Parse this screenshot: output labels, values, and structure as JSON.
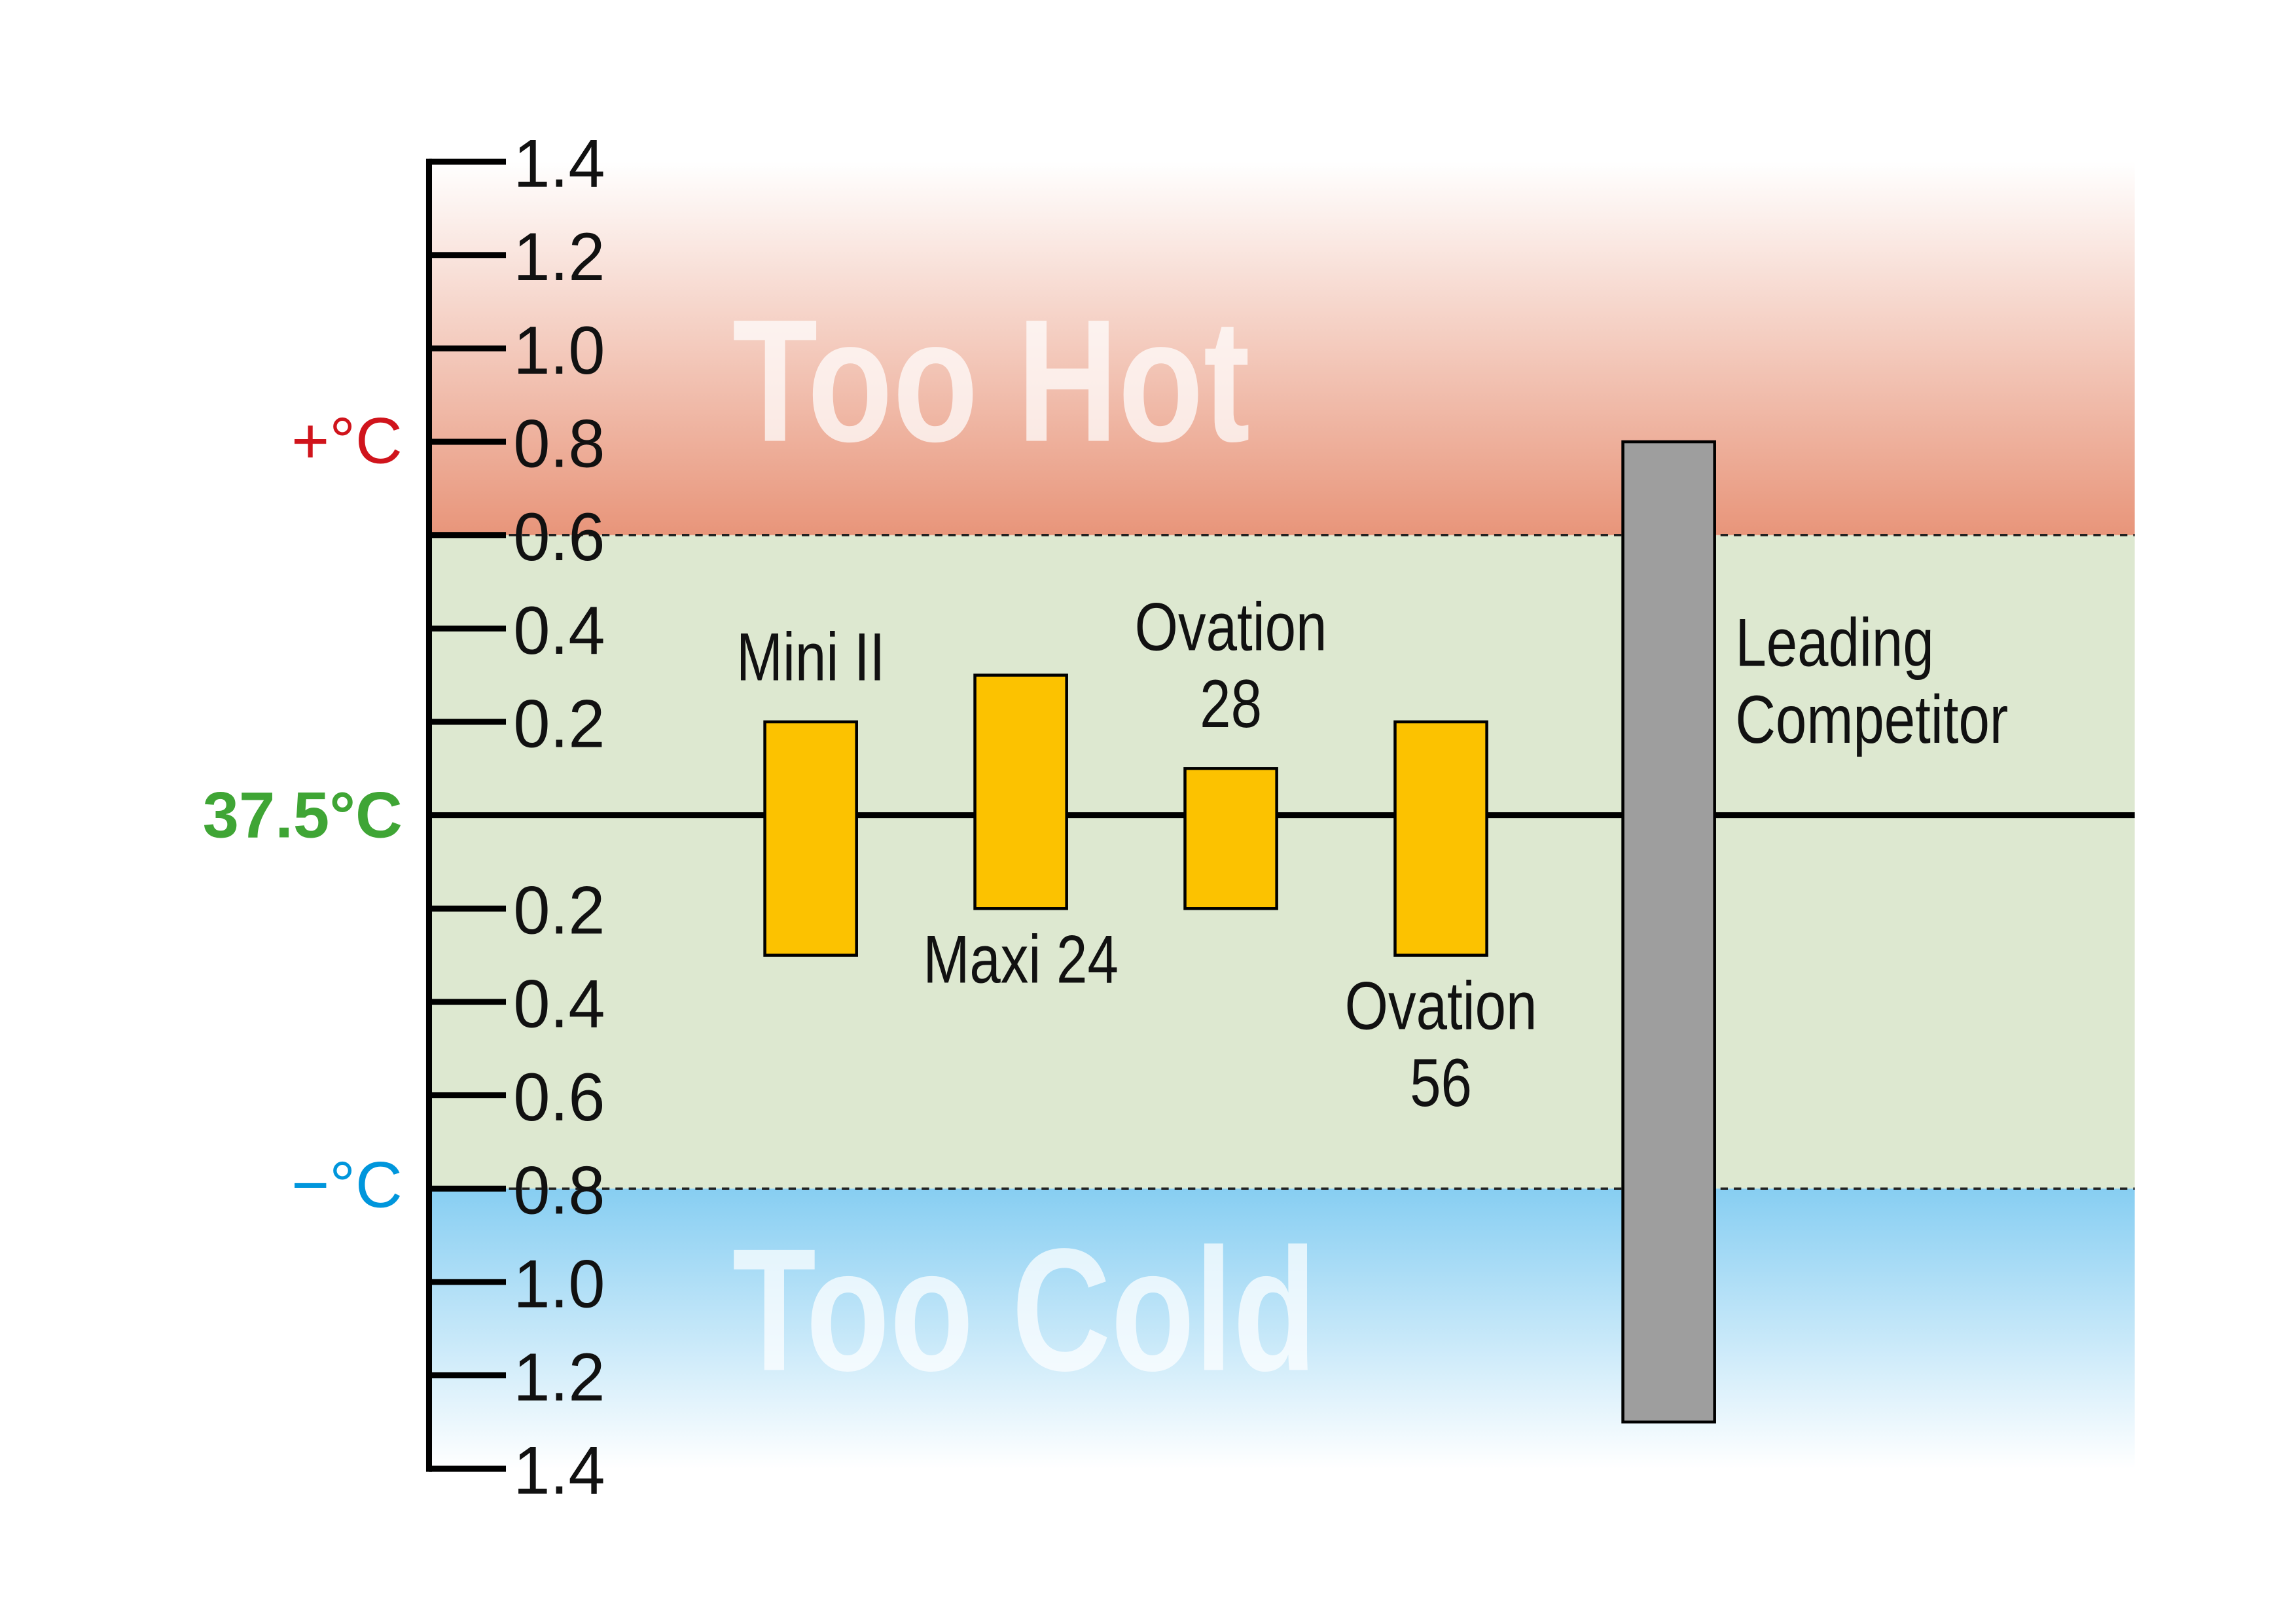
{
  "chart_data": {
    "type": "bar",
    "title": "",
    "xlabel": "",
    "ylabel": "",
    "center_label": "37.5°C",
    "plus_label": "+°C",
    "minus_label": "−°C",
    "ylim": [
      -1.4,
      1.4
    ],
    "yticks": [
      {
        "value": 1.4,
        "label": "1.4"
      },
      {
        "value": 1.2,
        "label": "1.2"
      },
      {
        "value": 1.0,
        "label": "1.0"
      },
      {
        "value": 0.8,
        "label": "0.8"
      },
      {
        "value": 0.6,
        "label": "0.6"
      },
      {
        "value": 0.4,
        "label": "0.4"
      },
      {
        "value": 0.2,
        "label": "0.2"
      },
      {
        "value": -0.2,
        "label": "0.2"
      },
      {
        "value": -0.4,
        "label": "0.4"
      },
      {
        "value": -0.6,
        "label": "0.6"
      },
      {
        "value": -0.8,
        "label": "0.8"
      },
      {
        "value": -1.0,
        "label": "1.0"
      },
      {
        "value": -1.2,
        "label": "1.2"
      },
      {
        "value": -1.4,
        "label": "1.4"
      }
    ],
    "zones": [
      {
        "name": "Too Hot",
        "from": 0.6,
        "to": 1.4,
        "color": "#e8957a"
      },
      {
        "name": "Too Cold",
        "from": -1.4,
        "to": -0.8,
        "color": "#87cef2"
      }
    ],
    "comfort_zone": {
      "from": -0.8,
      "to": 0.6,
      "color": "#dde8d0"
    },
    "series": [
      {
        "name": "Mini II",
        "label_lines": [
          "Mini II"
        ],
        "label_pos": "above",
        "low": -0.3,
        "high": 0.2,
        "color": "#fcc200"
      },
      {
        "name": "Maxi 24",
        "label_lines": [
          "Maxi 24"
        ],
        "label_pos": "below",
        "low": -0.2,
        "high": 0.3,
        "color": "#fcc200"
      },
      {
        "name": "Ovation 28",
        "label_lines": [
          "Ovation",
          "28"
        ],
        "label_pos": "above",
        "low": -0.2,
        "high": 0.1,
        "color": "#fcc200"
      },
      {
        "name": "Ovation 56",
        "label_lines": [
          "Ovation",
          "56"
        ],
        "label_pos": "below",
        "low": -0.3,
        "high": 0.2,
        "color": "#fcc200"
      },
      {
        "name": "Leading Competitor",
        "label_lines": [
          "Leading",
          "Competitor"
        ],
        "label_pos": "right",
        "low": -1.3,
        "high": 0.8,
        "color": "#9e9e9e"
      }
    ],
    "colors": {
      "plus": "#d0141c",
      "center": "#3fa535",
      "minus": "#0096dc"
    }
  }
}
